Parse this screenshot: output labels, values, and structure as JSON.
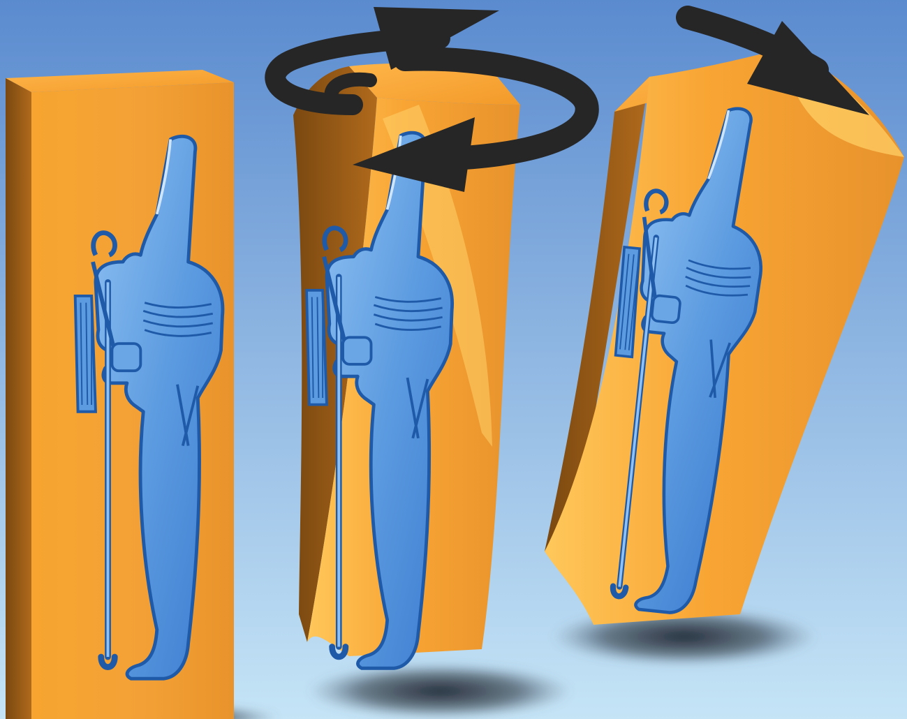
{
  "scene": {
    "background_top": "#5b8bcf",
    "background_bottom": "#c5e4f6",
    "block_front": "#f4a233",
    "block_light": "#ffcf66",
    "block_shadow": "#6b3f0f",
    "relief_fill": "#4f8fdc",
    "relief_highlight": "#9cc8f4",
    "relief_outline": "#1f5aa8",
    "arrow_color": "#262626",
    "ground_shadow": "#2a3340"
  },
  "objects": [
    {
      "name": "straight-block",
      "deformation": "none"
    },
    {
      "name": "twisted-block",
      "deformation": "twist"
    },
    {
      "name": "bent-block",
      "deformation": "bend"
    }
  ],
  "icons": {
    "twist_arrow": "circular-twist-arrow-icon",
    "bend_arrow": "curved-bend-arrow-icon"
  }
}
